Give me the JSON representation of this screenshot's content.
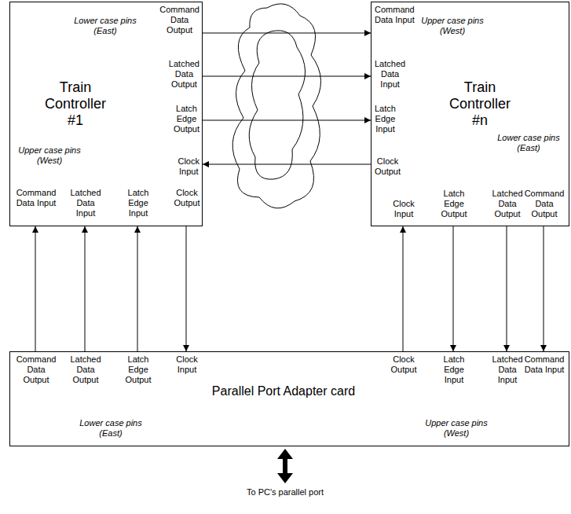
{
  "diagram": {
    "nodes": [
      {
        "text": [
          "Train Controller #1",
          "Command Data Output",
          "Latched Data Output",
          "Latch Edge Output",
          "Clock Input",
          "Lower case pins (East)",
          "Upper case pins (West)",
          "Command Data Input",
          "Latched Data Input",
          "Latch Edge Input",
          "Clock Output"
        ]
      },
      {
        "text": [
          "Command Data Input",
          "Upper case pins (West)",
          "Latched Data Input",
          "Latch Edge Input",
          "Train Controller #n",
          "Clock Output",
          "Lower case pins (East)",
          "Clock Input",
          "Latch Edge Output",
          "Latched Data Output",
          "Command Data Output"
        ]
      },
      {
        "text": [
          "Command Data Output",
          "Latched Data Output",
          "Latch Edge Output",
          "Clock Input",
          "Parallel Port Adapter card",
          "Clock Output",
          "Latch Edge Input",
          "Latched Data Input",
          "Command Data Input",
          "Lower case pins (East)",
          "Upper case pins (West)"
        ]
      }
    ],
    "edges": [
      {
        "from": 0,
        "to": 1,
        "arrow": "to"
      },
      {
        "from": 0,
        "to": 1,
        "arrow": "to"
      },
      {
        "from": 0,
        "to": 1,
        "arrow": "to"
      },
      {
        "from": 1,
        "to": 0,
        "arrow": "to"
      },
      {
        "from": 2,
        "to": 0,
        "arrow": "to"
      },
      {
        "from": 2,
        "to": 0,
        "arrow": "to"
      },
      {
        "from": 2,
        "to": 0,
        "arrow": "to"
      },
      {
        "from": 0,
        "to": 2,
        "arrow": "to"
      },
      {
        "from": 2,
        "to": 1,
        "arrow": "to"
      },
      {
        "from": 1,
        "to": 2,
        "arrow": "to"
      },
      {
        "from": 1,
        "to": 2,
        "arrow": "to"
      },
      {
        "from": 1,
        "to": 2,
        "arrow": "to"
      }
    ],
    "labels": [
      "To PC's parallel port"
    ]
  }
}
